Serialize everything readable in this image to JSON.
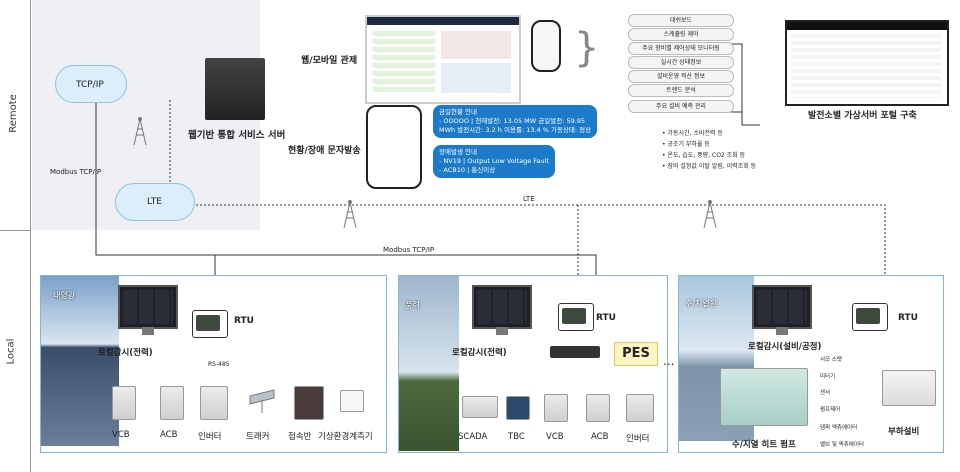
{
  "side_labels": {
    "remote": "Remote",
    "local": "Local"
  },
  "clouds": {
    "tcpip": "TCP/IP",
    "lte": "LTE"
  },
  "server": {
    "label": "웹기반 통합 서비스 서버"
  },
  "links": {
    "modbus_tcpip_1": "Modbus TCP/IP",
    "modbus_tcpip_2": "Modbus TCP/IP",
    "lte_line": "LTE",
    "rs485": "RS-485"
  },
  "web_mobile": "웹/모바일 관제",
  "sms_label": "현황/장애 문자발송",
  "sms": {
    "msg1": [
      "금일현황 안내",
      "- OOOOO | 현재발전: 13.05 MW 금일발전: 59.95",
      "MWh 발전시간: 3.2 h 이용률: 13.4 % 가동상태: 정상"
    ],
    "msg2": [
      "장애발생 안내",
      "- NV19 | Output Low Voltage Fault",
      "- ACB10 | 통신이상"
    ]
  },
  "menu": [
    "대쉬보드",
    "스케쥴링 제어",
    "주요 장비별 제어상태 모니터링",
    "실시간 상태정보",
    "설비운영 적산 정보",
    "트렌드 분석",
    "주요 설비 예측 관리"
  ],
  "bullets": [
    "• 가동시간, 소비전력 등",
    "• 공조기 부하율 등",
    "• 온도, 습도, 풍량, CO2 조회 등",
    "• 장비 설정값 이탈 알림, 이력조회 등"
  ],
  "portal": {
    "label": "발전소별 가상서버 포털 구축"
  },
  "sites": [
    {
      "badge": "태양광",
      "monitor_label": "로컬감시(전력)",
      "rtu": "RTU",
      "devices": [
        "VCB",
        "ACB",
        "인버터",
        "트래커",
        "접속반",
        "기상환경계측기"
      ]
    },
    {
      "badge": "풍력",
      "monitor_label": "로컬감시(전력)",
      "rtu": "RTU",
      "pes": "PES",
      "devices": [
        "SCADA",
        "TBC",
        "VCB",
        "ACB",
        "인버터"
      ]
    },
    {
      "badge": "수/지열원",
      "monitor_label": "로컬감시(설비/공정)",
      "rtu": "RTU",
      "heatpump": "수/지열 히트 펌프",
      "ac": "부하설비",
      "side_items": [
        "서모 스탯",
        "미터기",
        "센서",
        "펌프제어",
        "댐퍼 액츄에이터",
        "밸브 및 액츄에이터"
      ]
    }
  ],
  "ellipsis": "..."
}
